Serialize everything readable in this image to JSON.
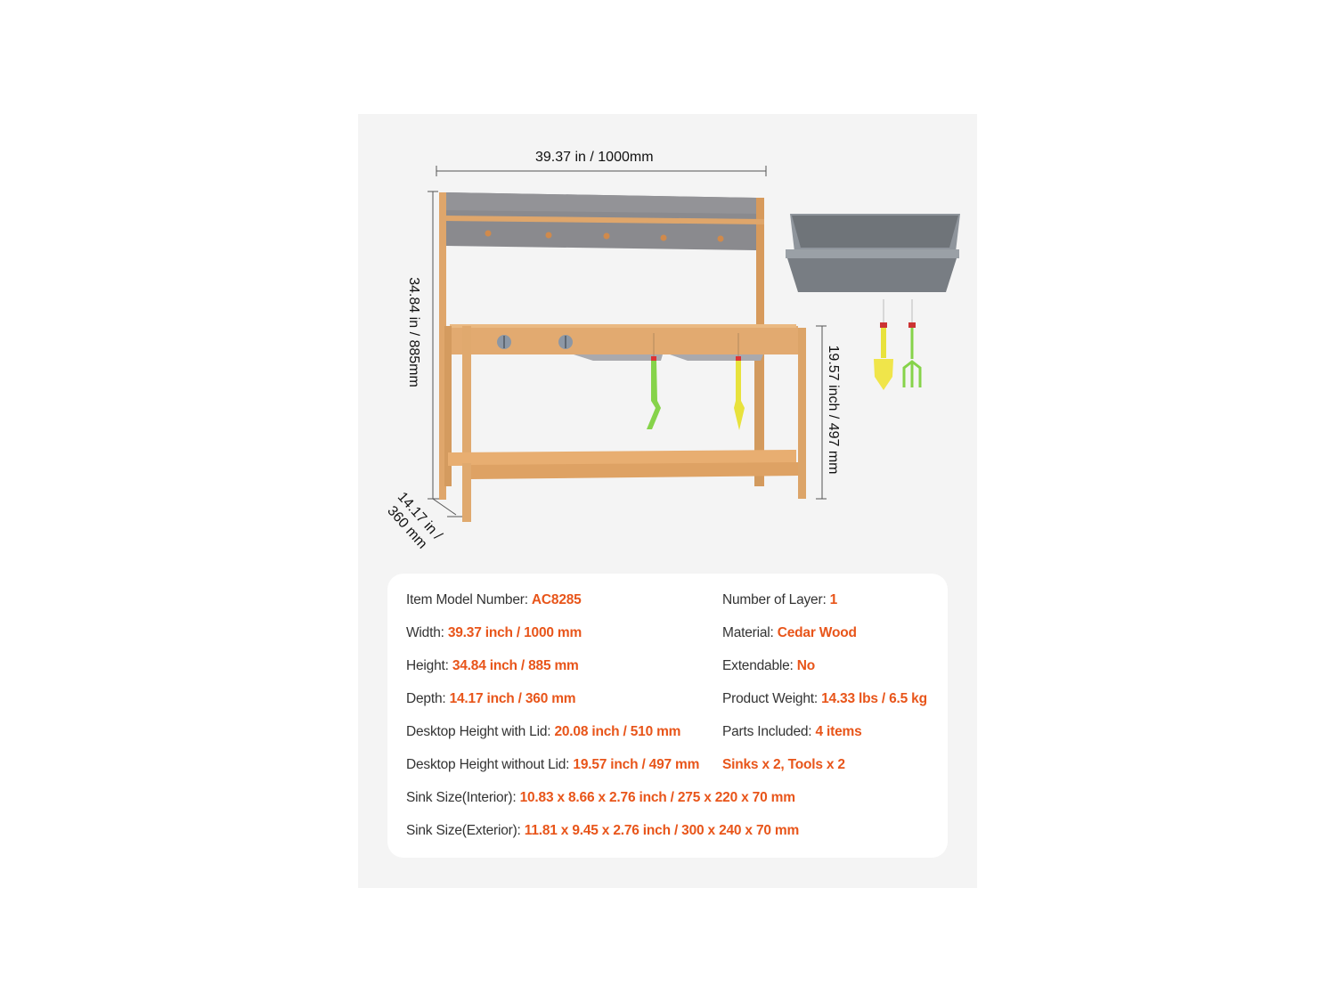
{
  "dimensions": {
    "width_label": "39.37 in / 1000mm",
    "height_label": "34.84 in / 885mm",
    "desktop_height_label": "19.57 inch / 497 mm",
    "depth_label_line1": "14.17 in /",
    "depth_label_line2": "360 mm"
  },
  "product_illustration": {
    "items": [
      "mud-kitchen-bench",
      "sink-bin",
      "trowel-tool",
      "rake-tool"
    ],
    "colors": {
      "wood": "#dfa66b",
      "wood_dark": "#c98a4d",
      "backboard": "#8a8a8e",
      "sink": "#6f7479",
      "knob": "#8c97a5",
      "tool_yellow": "#e8e23c",
      "tool_green": "#86d34a"
    }
  },
  "specs": {
    "accent_color": "#e8551a",
    "left_column": [
      {
        "label": "Item Model Number: ",
        "value": "AC8285"
      },
      {
        "label": "Width: ",
        "value": "39.37 inch / 1000 mm"
      },
      {
        "label": "Height: ",
        "value": "34.84 inch / 885 mm"
      },
      {
        "label": "Depth: ",
        "value": "14.17 inch / 360 mm"
      },
      {
        "label": "Desktop Height with Lid: ",
        "value": "20.08 inch / 510 mm"
      },
      {
        "label": "Desktop Height without Lid: ",
        "value": "19.57 inch / 497 mm"
      },
      {
        "label": "Sink Size(Interior): ",
        "value": "10.83 x 8.66 x 2.76 inch / 275 x 220 x 70 mm"
      },
      {
        "label": "Sink Size(Exterior): ",
        "value": "11.81 x 9.45 x 2.76 inch / 300 x 240 x 70 mm"
      }
    ],
    "right_column": [
      {
        "label": "Number of Layer: ",
        "value": "1"
      },
      {
        "label": "Material: ",
        "value": "Cedar Wood"
      },
      {
        "label": "Extendable: ",
        "value": "No"
      },
      {
        "label": "Product Weight: ",
        "value": "14.33 lbs / 6.5 kg"
      },
      {
        "label": "Parts Included: ",
        "value": "4 items"
      },
      {
        "label": "",
        "value": "Sinks x 2, Tools x 2"
      }
    ]
  }
}
